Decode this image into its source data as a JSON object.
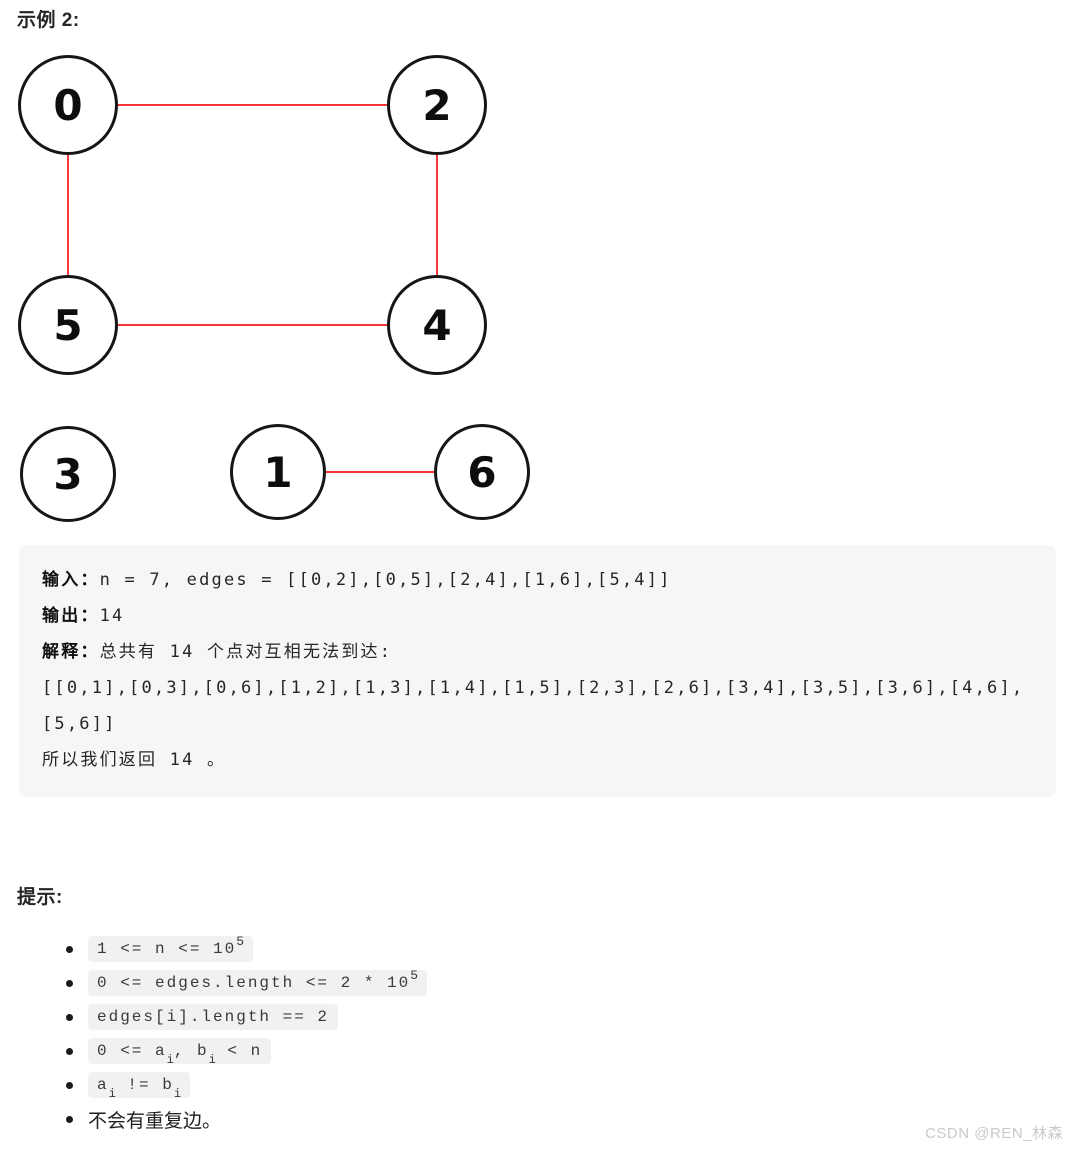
{
  "example": {
    "title": "示例 2:",
    "block": {
      "lines": [
        {
          "label": "输入：",
          "text": "n = 7, edges = [[0,2],[0,5],[2,4],[1,6],[5,4]]"
        },
        {
          "label": "输出：",
          "text": "14"
        },
        {
          "label": "解释：",
          "text": "总共有 14 个点对互相无法到达:"
        },
        {
          "label": "",
          "text": "[[0,1],[0,3],[0,6],[1,2],[1,3],[1,4],[1,5],[2,3],[2,6],[3,4],[3,5],[3,6],[4,6],"
        },
        {
          "label": "",
          "text": "[5,6]]"
        },
        {
          "label": "",
          "text": "所以我们返回 14 。"
        }
      ]
    }
  },
  "graph": {
    "n": 7,
    "nodes": [
      {
        "label": "0"
      },
      {
        "label": "2"
      },
      {
        "label": "5"
      },
      {
        "label": "4"
      },
      {
        "label": "3"
      },
      {
        "label": "1"
      },
      {
        "label": "6"
      }
    ],
    "edges": [
      [
        "0",
        "2"
      ],
      [
        "0",
        "5"
      ],
      [
        "2",
        "4"
      ],
      [
        "5",
        "4"
      ],
      [
        "1",
        "6"
      ]
    ],
    "colors": {
      "edge": "#f93535",
      "node_border": "#161616",
      "node_fill": "#ffffff"
    }
  },
  "hints": {
    "title": "提示:",
    "items": [
      {
        "t1": "1 <= n <= 10",
        "sup": "5"
      },
      {
        "t1": "0 <= edges.length <= 2 * 10",
        "sup": "5"
      },
      {
        "t1": "edges[i].length == 2"
      },
      {
        "t1": "0 <= a",
        "s1": "i",
        "t2": ", b",
        "s2": "i",
        "t3": " < n"
      },
      {
        "t1": "a",
        "s1": "i",
        "t2": " != b",
        "s2": "i"
      },
      {
        "plain": "不会有重复边。"
      }
    ]
  },
  "watermark": "CSDN @REN_林森",
  "colors": {
    "page_bg": "#ffffff",
    "code_block_bg": "#f5f6f7",
    "chip_bg": "#f0f1f2"
  }
}
